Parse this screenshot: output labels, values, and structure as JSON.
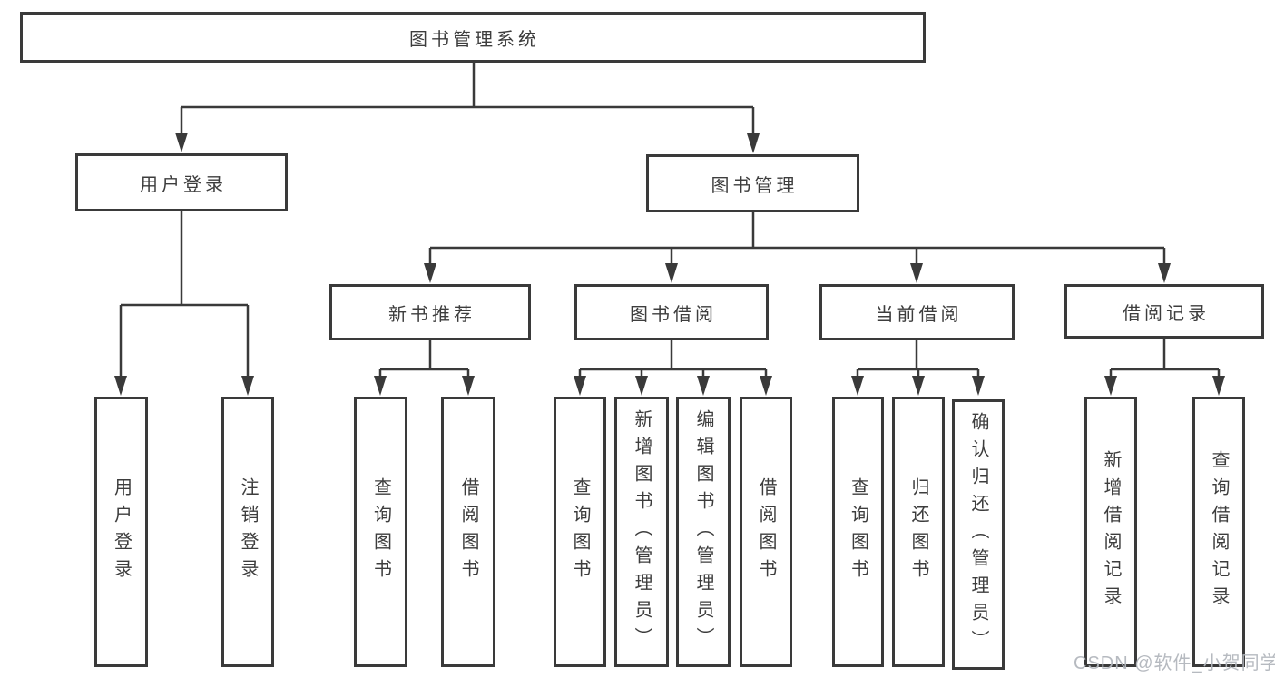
{
  "tree": {
    "label": "图书管理系统",
    "children": [
      {
        "label": "用户登录",
        "children": [
          {
            "label": "用户登录"
          },
          {
            "label": "注销登录"
          }
        ]
      },
      {
        "label": "图书管理",
        "children": [
          {
            "label": "新书推荐",
            "children": [
              {
                "label": "查询图书"
              },
              {
                "label": "借阅图书"
              }
            ]
          },
          {
            "label": "图书借阅",
            "children": [
              {
                "label": "查询图书"
              },
              {
                "label": "新增图书（管理员）"
              },
              {
                "label": "编辑图书（管理员）"
              },
              {
                "label": "借阅图书"
              }
            ]
          },
          {
            "label": "当前借阅",
            "children": [
              {
                "label": "查询图书"
              },
              {
                "label": "归还图书"
              },
              {
                "label": "确认归还（管理员）"
              }
            ]
          },
          {
            "label": "借阅记录",
            "children": [
              {
                "label": "新增借阅记录"
              },
              {
                "label": "查询借阅记录"
              }
            ]
          }
        ]
      }
    ]
  },
  "watermark": {
    "text": "CSDN @软件_小贺同学"
  },
  "colors": {
    "line": "#3a3a3a",
    "box_border": "#3a3a3a",
    "text": "#3d3d3d",
    "background": "#ffffff",
    "watermark": "#b2b6bd"
  }
}
